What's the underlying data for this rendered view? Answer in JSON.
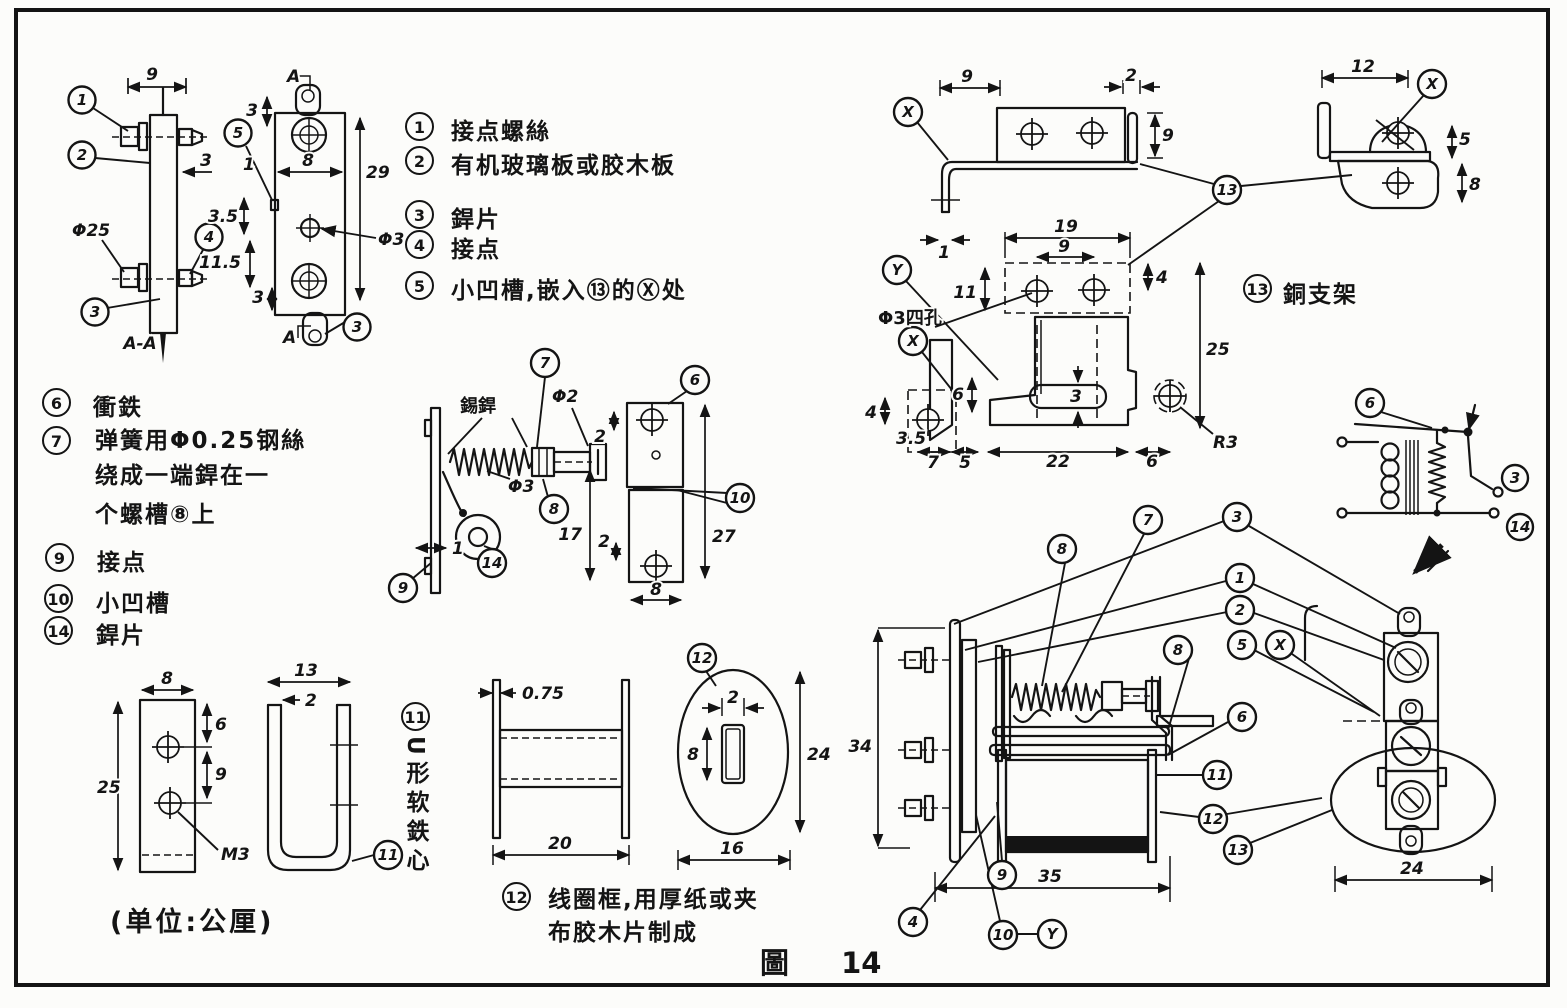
{
  "figure": {
    "caption_fig": "圖",
    "caption_num": "14",
    "units": "(单位:公厘)"
  },
  "legend_top": [
    {
      "num": "1",
      "text": "接点螺絲"
    },
    {
      "num": "2",
      "text": "有机玻璃板或胶木板"
    },
    {
      "num": "3",
      "text": "銲片"
    },
    {
      "num": "4",
      "text": "接点"
    },
    {
      "num": "5",
      "text": "小凹槽,嵌入⑬的Ⓧ处"
    }
  ],
  "legend_left": [
    {
      "num": "6",
      "text": "衝鉄"
    },
    {
      "num": "7",
      "lines": [
        "弹簧用Φ0.25钢絲",
        "绕成一端銲在一",
        "个螺槽⑧上"
      ]
    },
    {
      "num": "9",
      "text": "接点"
    },
    {
      "num": "10",
      "text": "小凹槽"
    },
    {
      "num": "14",
      "text": "銲片"
    }
  ],
  "part_labels": {
    "u_core_num": "11",
    "u_core": "U形软鉄心",
    "coil_frame_num": "12",
    "coil_frame_l1": "线圈框,用厚纸或夹",
    "coil_frame_l2": "布胶木片制成",
    "bracket_num": "13",
    "bracket": "銅支架",
    "solder": "錫銲",
    "four_holes": "Φ3四孔"
  },
  "callouts": {
    "n1": "1",
    "n2": "2",
    "n3": "3",
    "n4": "4",
    "n5": "5",
    "n6": "6",
    "n7": "7",
    "n8": "8",
    "n9": "9",
    "n10": "10",
    "n11": "11",
    "n12": "12",
    "n13": "13",
    "n14": "14",
    "nx": "X",
    "ny": "Y"
  },
  "dims": {
    "v0_75": "0.75",
    "v1": "1",
    "v2": "2",
    "v3": "3",
    "v3_5": "3.5",
    "v4": "4",
    "v5": "5",
    "v6": "6",
    "v7": "7",
    "v8": "8",
    "v9": "9",
    "v11": "11",
    "v11_5": "11.5",
    "v12": "12",
    "v13": "13",
    "v16": "16",
    "v17": "17",
    "v19": "19",
    "v20": "20",
    "v22": "22",
    "v24": "24",
    "v25": "25",
    "v27": "27",
    "v29": "29",
    "v34": "34",
    "v35": "35",
    "phi2": "Φ2",
    "phi3": "Φ3",
    "phi25": "Φ25",
    "m3": "M3",
    "r3": "R3",
    "aa": "A-A",
    "a": "A"
  }
}
